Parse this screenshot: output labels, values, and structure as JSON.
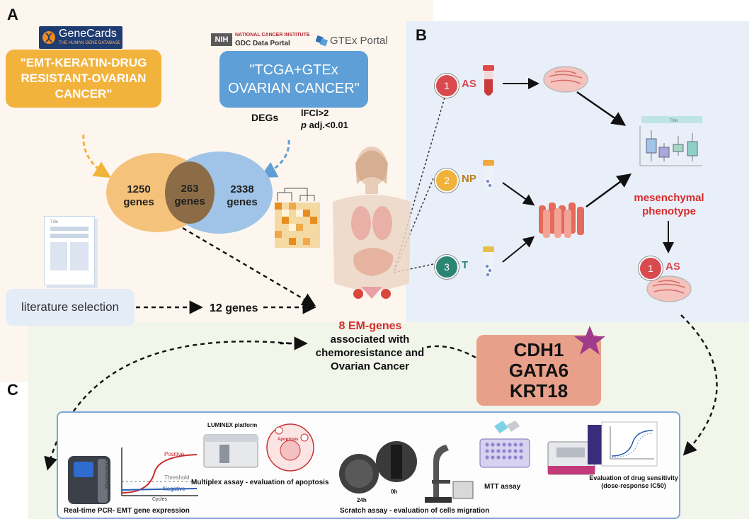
{
  "panels": {
    "a": "A",
    "b": "B",
    "c": "C"
  },
  "panel_a": {
    "genecards_logo": "GeneCards",
    "genecards_sub": "THE HUMAN GENE DATABASE",
    "query_genecards": [
      "\"EMT-KERATIN-DRUG",
      "RESISTANT-OVARIAN",
      "CANCER\""
    ],
    "nih_logo": "NIH",
    "nci_line1": "NATIONAL CANCER INSTITUTE",
    "nci_line2": "GDC Data Portal",
    "gtex_logo": "GTEx Portal",
    "query_tcga": [
      "\"TCGA+GTEx",
      "OVARIAN CANCER\""
    ],
    "degs": "DEGs",
    "fc_threshold": "lFCl>2",
    "p_label": "p",
    "p_threshold": "adj.<0.01",
    "venn_left": [
      "1250",
      "genes"
    ],
    "venn_mid": [
      "263",
      "genes"
    ],
    "venn_right": [
      "2338",
      "genes"
    ],
    "doc_title": "Title",
    "literature": "literature selection",
    "lit_genes": "12 genes"
  },
  "center": {
    "em_genes": "8 EM-genes",
    "em_desc": [
      "associated with",
      "chemoresistance and",
      "Ovarian Cancer"
    ]
  },
  "panel_b": {
    "samples": [
      {
        "num": "1",
        "label": "AS",
        "color": "#d94a4f"
      },
      {
        "num": "2",
        "label": "NP",
        "color": "#f0b23b"
      },
      {
        "num": "3",
        "label": "T",
        "color": "#2a8574"
      }
    ],
    "phenotype": [
      "mesenchymal",
      "phenotype"
    ],
    "result_num": "1",
    "result_label": "AS",
    "boxplot_title": "Title"
  },
  "genes_box": [
    "CDH1",
    "GATA6",
    "KRT18"
  ],
  "panel_c": {
    "qpcr_caption": "Real-time PCR- EMT gene expression",
    "qpcr_positive": "Positive",
    "qpcr_threshold": "Threshold",
    "qpcr_negative": "Negative",
    "qpcr_x": "Cycles",
    "qpcr_y": "Fluorescence",
    "luminex": "LUMINEX platform",
    "apoptosis": "Apoptosis",
    "multiplex_caption": "Multiplex assay - evaluation of apoptosis",
    "scratch_24h": "24h",
    "scratch_0h": "0h",
    "scratch_caption": "Scratch assay - evaluation of cells migration",
    "mtt_caption": "MTT assay",
    "drug_caption_1": "Evaluation of drug sensitivity",
    "drug_caption_2": "(dose-response IC50)"
  }
}
